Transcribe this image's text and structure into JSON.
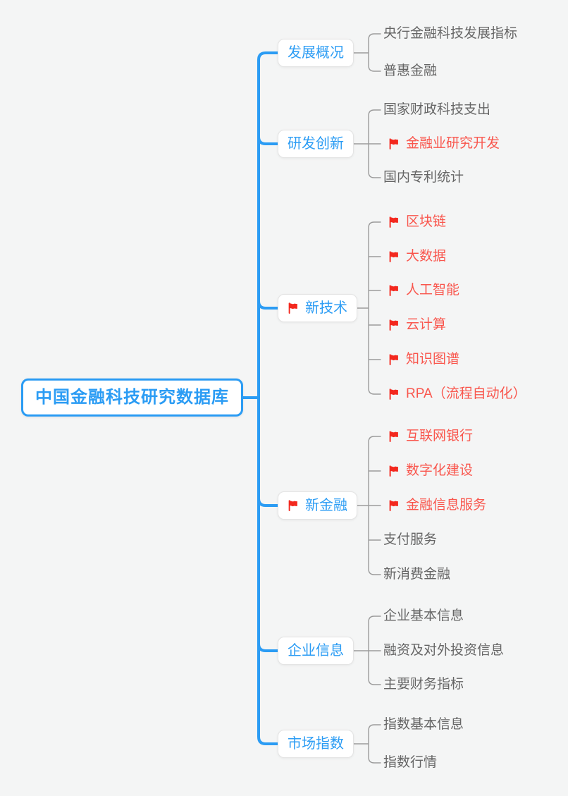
{
  "root": {
    "label": "中国金融科技研究数据库"
  },
  "branches": [
    {
      "label": "发展概况",
      "flagged": false,
      "children": [
        {
          "label": "央行金融科技发展指标",
          "flagged": false
        },
        {
          "label": "普惠金融",
          "flagged": false
        }
      ]
    },
    {
      "label": "研发创新",
      "flagged": false,
      "children": [
        {
          "label": "国家财政科技支出",
          "flagged": false
        },
        {
          "label": "金融业研究开发",
          "flagged": true
        },
        {
          "label": "国内专利统计",
          "flagged": false
        }
      ]
    },
    {
      "label": "新技术",
      "flagged": true,
      "children": [
        {
          "label": "区块链",
          "flagged": true
        },
        {
          "label": "大数据",
          "flagged": true
        },
        {
          "label": "人工智能",
          "flagged": true
        },
        {
          "label": "云计算",
          "flagged": true
        },
        {
          "label": "知识图谱",
          "flagged": true
        },
        {
          "label": "RPA（流程自动化）",
          "flagged": true
        }
      ]
    },
    {
      "label": "新金融",
      "flagged": true,
      "children": [
        {
          "label": "互联网银行",
          "flagged": true
        },
        {
          "label": "数字化建设",
          "flagged": true
        },
        {
          "label": "金融信息服务",
          "flagged": true
        },
        {
          "label": "支付服务",
          "flagged": false
        },
        {
          "label": "新消费金融",
          "flagged": false
        }
      ]
    },
    {
      "label": "企业信息",
      "flagged": false,
      "children": [
        {
          "label": "企业基本信息",
          "flagged": false
        },
        {
          "label": "融资及对外投资信息",
          "flagged": false
        },
        {
          "label": "主要财务指标",
          "flagged": false
        }
      ]
    },
    {
      "label": "市场指数",
      "flagged": false,
      "children": [
        {
          "label": "指数基本信息",
          "flagged": false
        },
        {
          "label": "指数行情",
          "flagged": false
        }
      ]
    }
  ],
  "icons": {
    "flag_icon": "⚑"
  },
  "colors": {
    "accent_blue": "#2b9cf4",
    "flag_red": "#f3281e",
    "text_red": "#f9564d",
    "text_gray": "#666666",
    "line_gray": "#9b9b9b",
    "node_border": "#e4e4e4",
    "background": "#f4f5f5"
  }
}
